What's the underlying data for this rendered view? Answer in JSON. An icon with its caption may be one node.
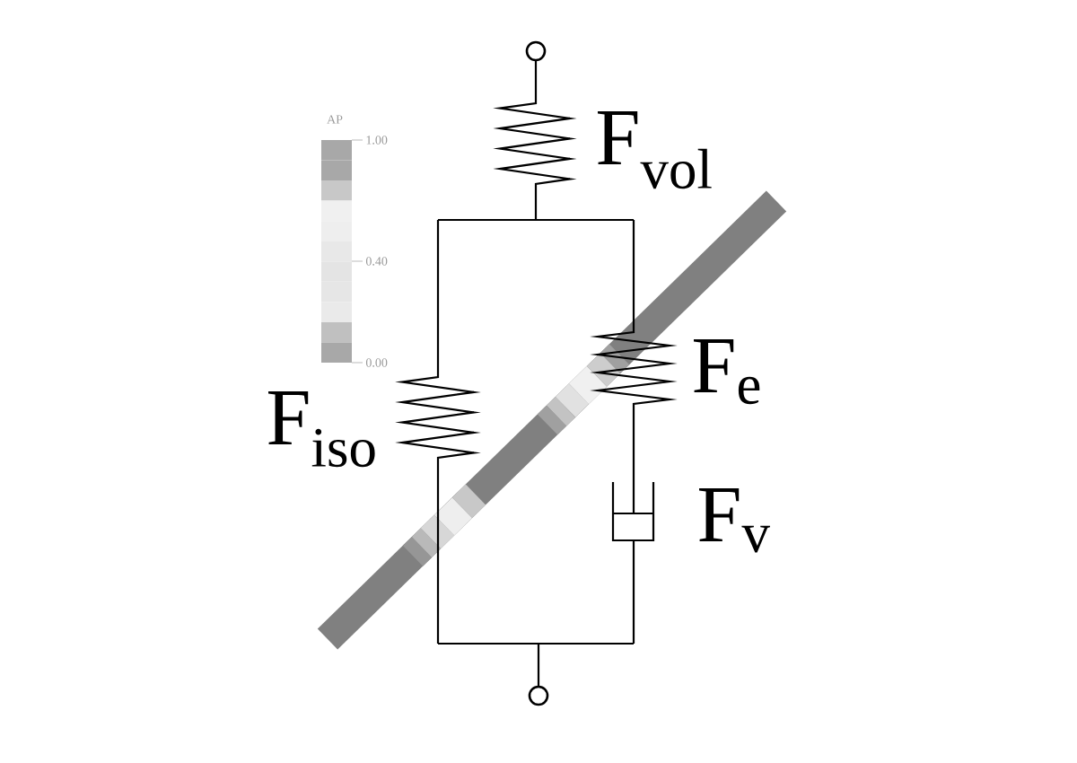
{
  "diagram": {
    "labels": [
      "AP",
      "1.00",
      "0.40",
      "0.00",
      "F$_{vol}$",
      "F$_{e}$",
      "F$_{iso}$",
      "F$_{v}$"
    ]
  }
}
